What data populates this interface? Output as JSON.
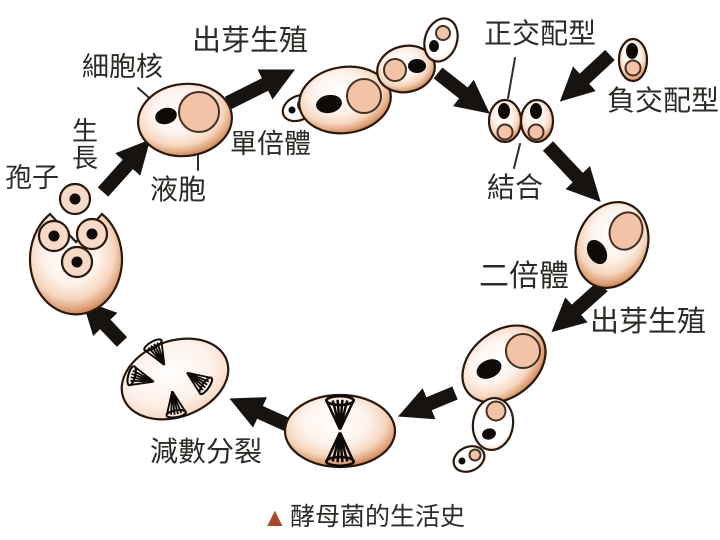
{
  "diagram": {
    "caption": {
      "marker": "▲",
      "text": "酵母菌的生活史"
    },
    "labels": {
      "budding_top": "出芽生殖",
      "cell_nucleus": "細胞核",
      "haploid": "單倍體",
      "vacuole": "液胞",
      "growth_chars": [
        "生",
        "長"
      ],
      "spore": "孢子",
      "plus_mating": "正交配型",
      "minus_mating": "負交配型",
      "conjugation": "結合",
      "diploid": "二倍體",
      "budding_right": "出芽生殖",
      "meiosis": "減數分裂"
    },
    "colors": {
      "background": "#ffffff",
      "text": "#2e2a26",
      "arrow": "#171310",
      "cell_outline": "#2a180d",
      "cell_rim": "#86331a",
      "vacuole_fill": "#f2c3a6",
      "vacuole_outline": "#463024",
      "spore_fill": "#f6d9c6",
      "nucleus": "#0d0a08",
      "caption_triangle": "#a7492b"
    }
  }
}
